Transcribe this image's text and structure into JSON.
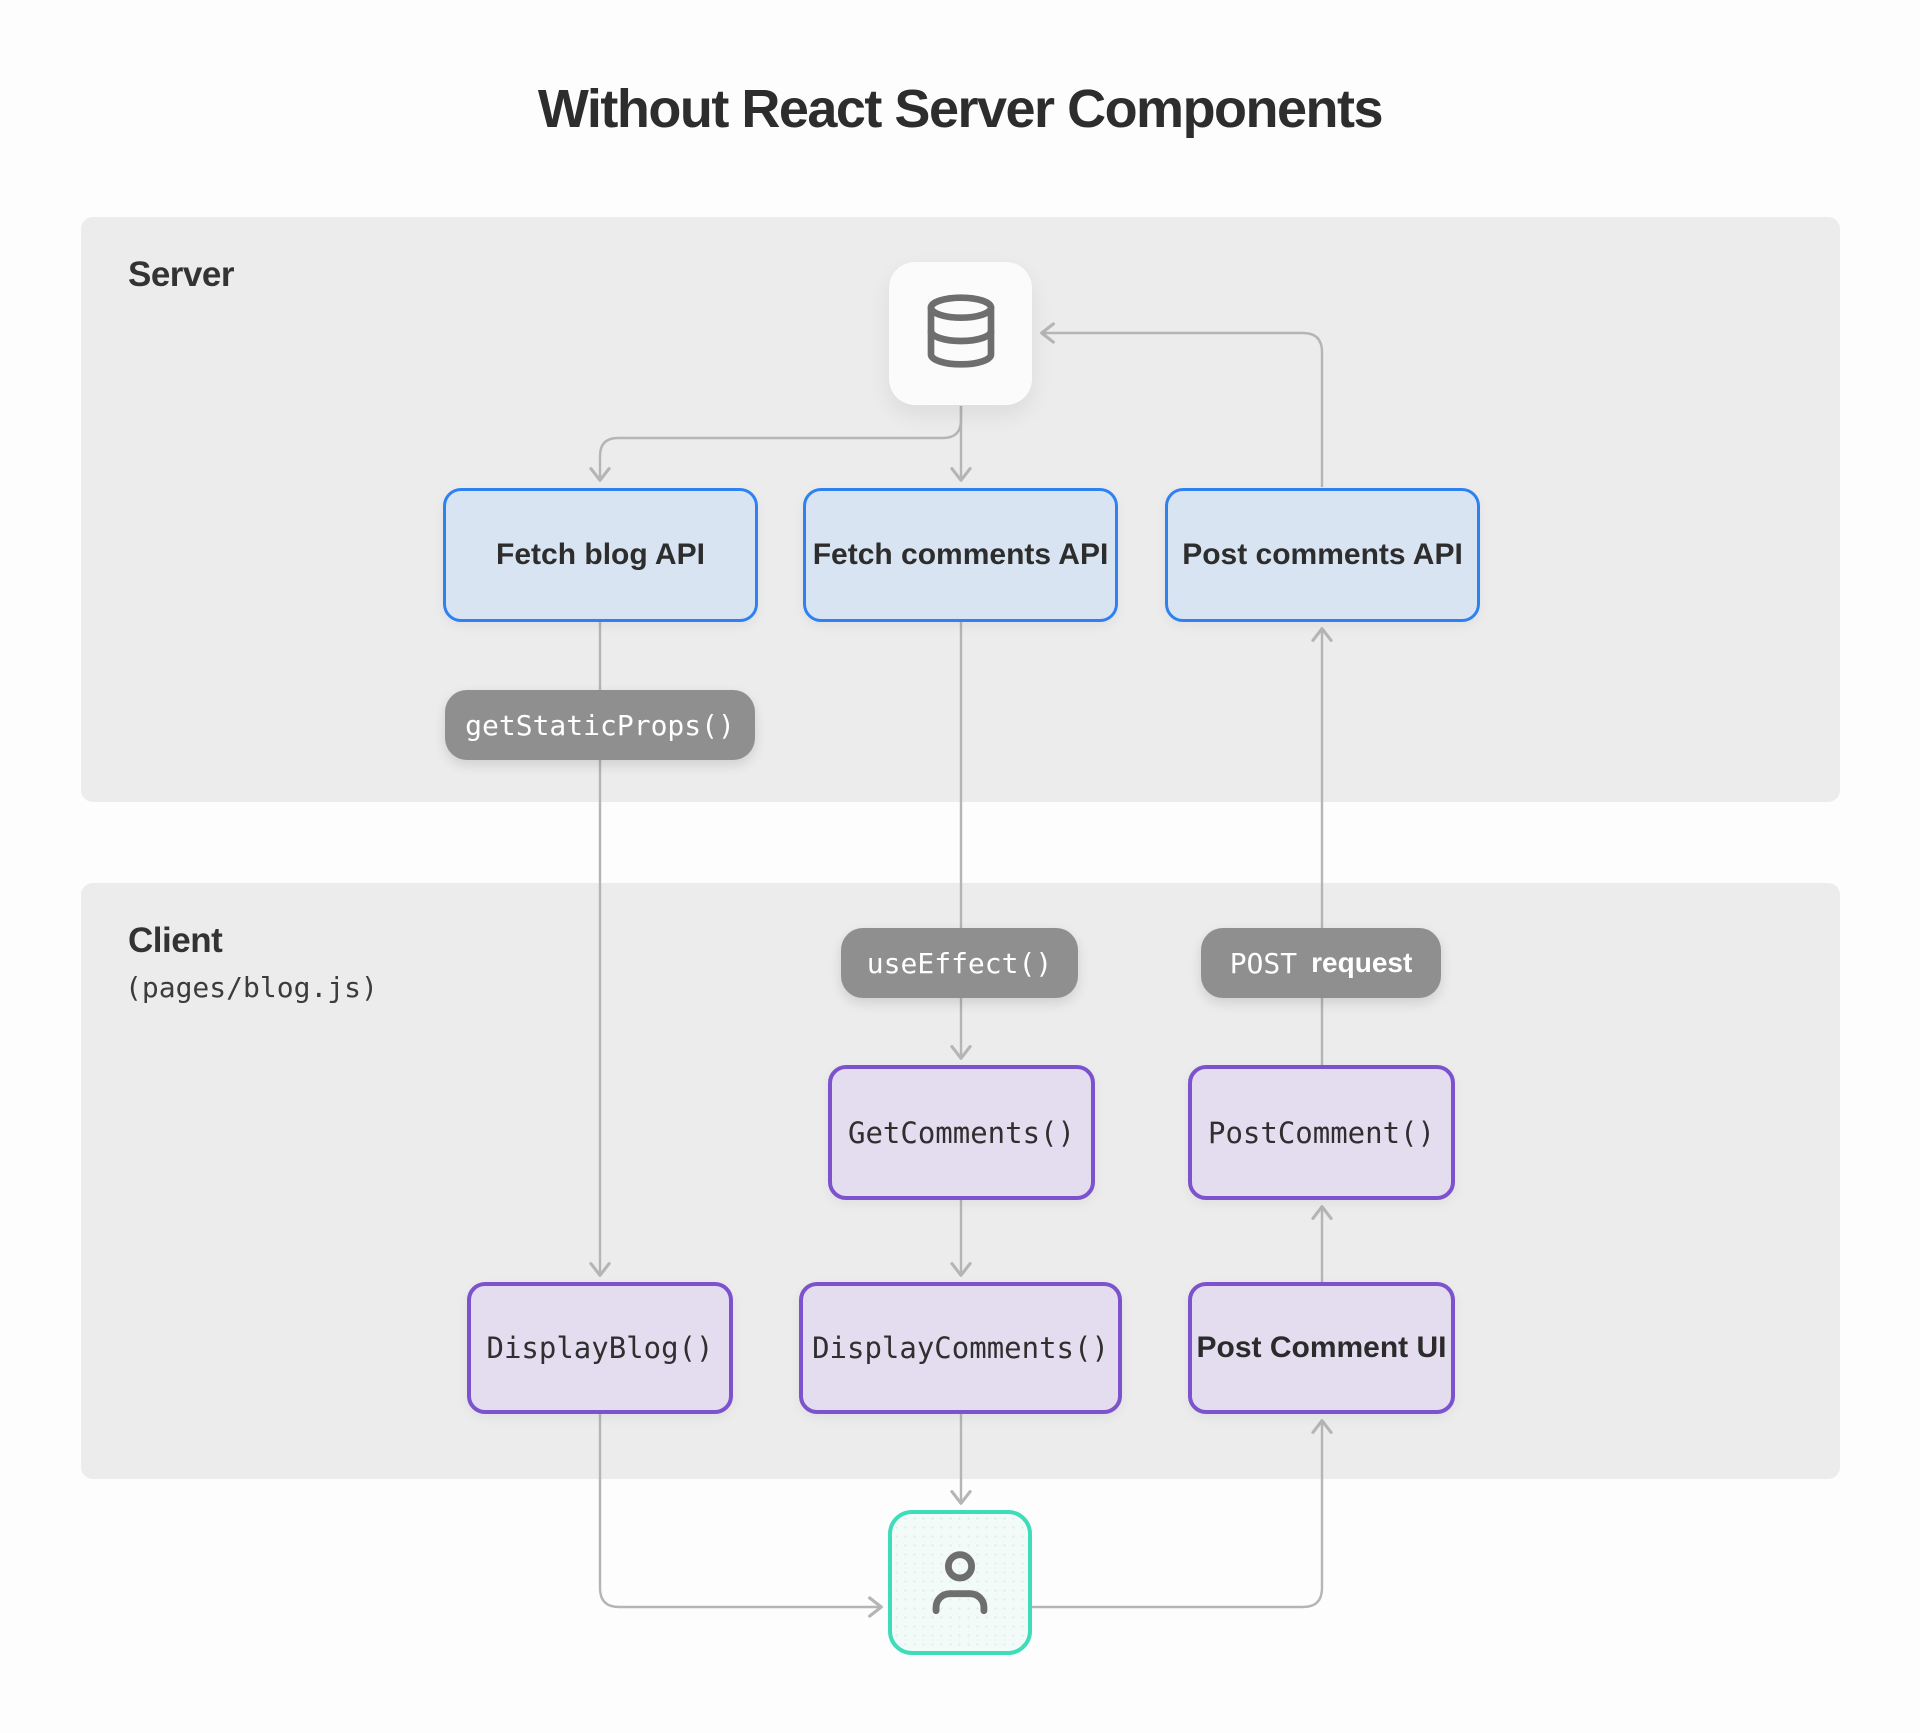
{
  "title": "Without React Server Components",
  "sections": {
    "server": {
      "label": "Server"
    },
    "client": {
      "label": "Client",
      "sublabel": "(pages/blog.js)"
    }
  },
  "nodes": {
    "fetch_blog": {
      "label": "Fetch blog API"
    },
    "fetch_comments": {
      "label": "Fetch comments API"
    },
    "post_comments": {
      "label": "Post comments API"
    },
    "get_static_props": {
      "label": "getStaticProps()"
    },
    "use_effect": {
      "label": "useEffect()"
    },
    "post_request": {
      "method": "POST",
      "word": "request"
    },
    "get_comments": {
      "label": "GetComments()"
    },
    "post_comment": {
      "label": "PostComment()"
    },
    "display_blog": {
      "label": "DisplayBlog()"
    },
    "display_comments": {
      "label": "DisplayComments()"
    },
    "post_comment_ui": {
      "label": "Post Comment UI"
    }
  },
  "icons": {
    "database": "database-icon",
    "user": "user-icon"
  },
  "edges": [
    {
      "from": "database",
      "to": "fetch_blog"
    },
    {
      "from": "database",
      "to": "fetch_comments"
    },
    {
      "from": "post_comments",
      "to": "database"
    },
    {
      "from": "fetch_blog",
      "to": "display_blog",
      "via": "get_static_props"
    },
    {
      "from": "fetch_comments",
      "to": "get_comments",
      "via": "use_effect"
    },
    {
      "from": "get_comments",
      "to": "display_comments"
    },
    {
      "from": "display_comments",
      "to": "user"
    },
    {
      "from": "display_blog",
      "to": "user"
    },
    {
      "from": "user",
      "to": "post_comment_ui"
    },
    {
      "from": "post_comment_ui",
      "to": "post_comment"
    },
    {
      "from": "post_comment",
      "to": "post_comments",
      "via": "post_request"
    }
  ],
  "colors": {
    "section_bg": "#ececec",
    "api_fill": "#d9e4f2",
    "api_border": "#2e81f2",
    "component_fill": "#e4ddf0",
    "component_border": "#7d53cd",
    "pill_bg": "#8f8f8f",
    "arrow": "#b5b5b5",
    "user_border": "#3fdcba"
  }
}
